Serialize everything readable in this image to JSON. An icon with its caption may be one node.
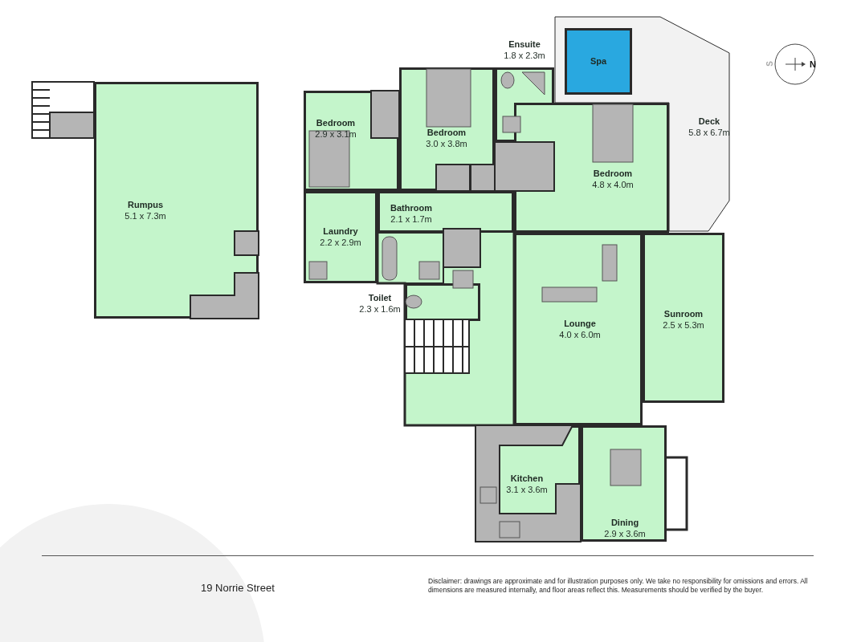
{
  "diagram": {
    "nodes": [
      {
        "text": [
          "Rumpus",
          "5.1 x 7.3m"
        ]
      },
      {
        "text": [
          "Bedroom",
          "2.9 x 3.1m"
        ]
      },
      {
        "text": [
          "Bedroom",
          "3.0 x 3.8m"
        ]
      },
      {
        "text": [
          "Ensuite",
          "1.8 x 2.3m"
        ]
      },
      {
        "text": [
          "Deck",
          "5.8 x 6.7m"
        ]
      },
      {
        "text": [
          "Spa"
        ],
        "in": 4
      },
      {
        "text": [
          "Bedroom",
          "4.8 x 4.0m"
        ]
      },
      {
        "text": [
          "Laundry",
          "2.2 x 2.9m"
        ]
      },
      {
        "text": [
          "Bathroom",
          "2.1 x 1.7m"
        ]
      },
      {
        "text": [
          "Toilet",
          "2.3 x 1.6m"
        ]
      },
      {
        "text": [
          "Lounge",
          "4.0 x 6.0m"
        ]
      },
      {
        "text": [
          "Sunroom",
          "2.5 x 5.3m"
        ]
      },
      {
        "text": [
          "Kitchen",
          "3.1 x 3.6m"
        ]
      },
      {
        "text": [
          "Dining",
          "2.9 x 3.6m"
        ]
      }
    ],
    "labels": [
      "S",
      "N",
      "19 Norrie Street",
      "Disclaimer: drawings are approximate and for illustration purposes only. We take no responsibility for omissions and errors. All dimensions are measured internally, and floor areas reflect this. Measurements should be verified by the buyer."
    ]
  }
}
